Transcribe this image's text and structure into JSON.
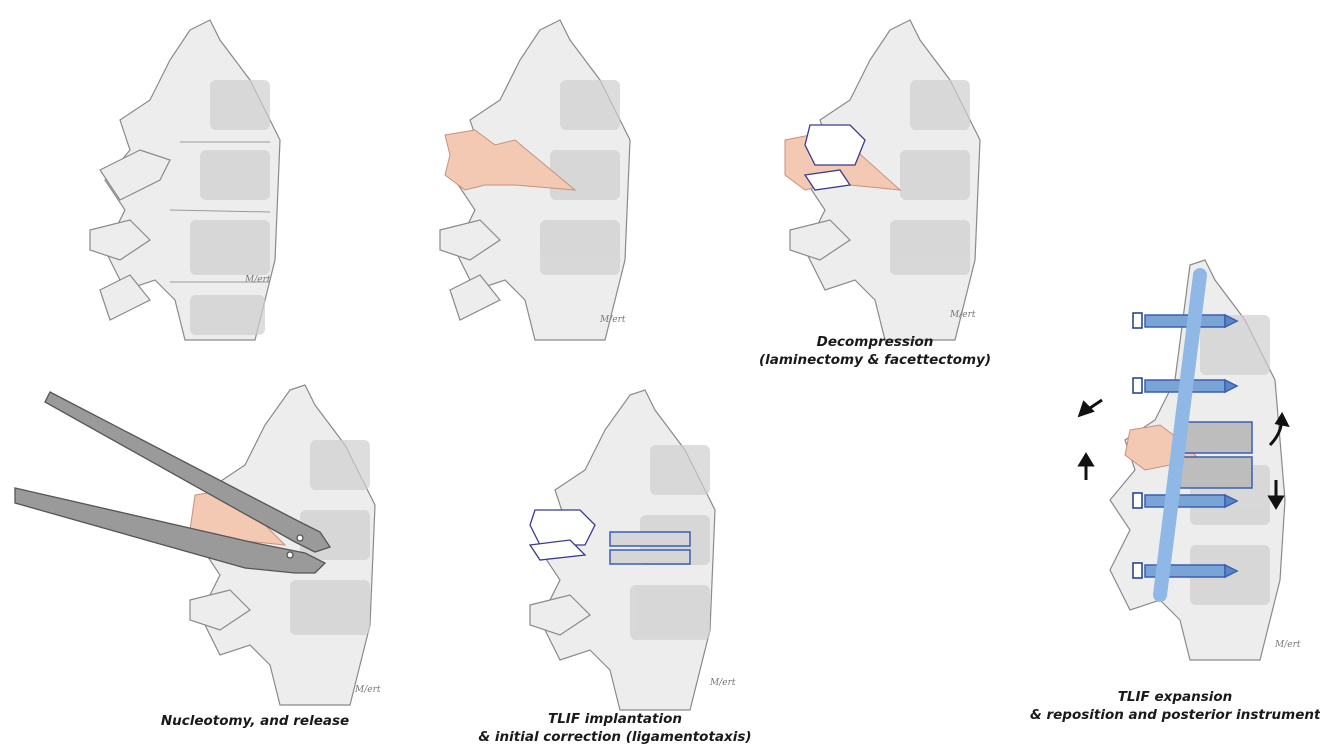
{
  "panels": [
    {
      "id": "p1",
      "caption_lines": []
    },
    {
      "id": "p2",
      "caption_lines": []
    },
    {
      "id": "p3",
      "caption_lines": [
        "Decompression",
        "(laminectomy & facettectomy)"
      ]
    },
    {
      "id": "p4",
      "caption_lines": [
        "Nucleotomy, and release"
      ]
    },
    {
      "id": "p5",
      "caption_lines": [
        "TLIF implantation",
        "& initial correction (ligamentotaxis)"
      ]
    },
    {
      "id": "p6",
      "caption_lines": [
        "TLIF expansion",
        "& reposition and posterior instrumentation"
      ]
    }
  ],
  "colors": {
    "bone_fill": "#ededed",
    "bone_stroke": "#8a8a8a",
    "body_shade": "#c9c9c9",
    "ligament": "#f3c9b4",
    "cage_outline": "#3a5fb0",
    "cage_fill": "#bdbdbd",
    "rod": "#8fb8e6",
    "screw": "#5a86c8",
    "instrument": "#6b6b6b"
  },
  "icons": [
    "vertebra-illustration",
    "forceps-icon",
    "arrow-icon",
    "pedicle-screw-icon",
    "rod-icon",
    "cage-icon"
  ]
}
